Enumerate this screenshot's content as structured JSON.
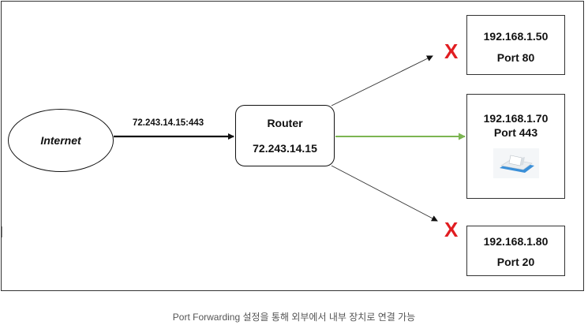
{
  "diagram": {
    "internet_label": "Internet",
    "edge_label": "72.243.14.15:443",
    "router": {
      "title": "Router",
      "ip": "72.243.14.15"
    },
    "hosts": [
      {
        "ip": "192.168.1.50",
        "port": "Port 80",
        "status": "blocked"
      },
      {
        "ip": "192.168.1.70",
        "port": "Port 443",
        "status": "allowed"
      },
      {
        "ip": "192.168.1.80",
        "port": "Port 20",
        "status": "blocked"
      }
    ],
    "blocked_mark": "X",
    "colors": {
      "allowed": "#7cb552",
      "blocked": "#e11d21",
      "line": "#333333"
    },
    "icons": {
      "device": "router-device-icon"
    }
  },
  "caption": "Port Forwarding 설정을 통해 외부에서 내부 장치로 연결 가능"
}
